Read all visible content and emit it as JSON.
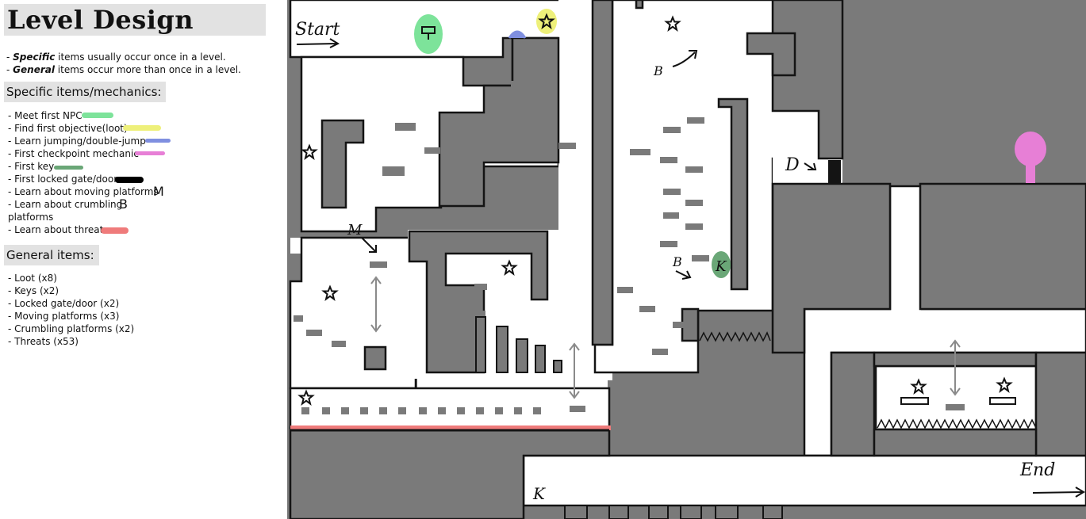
{
  "title": "Level Design",
  "notes": {
    "specific_bold": "Specific",
    "specific_rest": " items usually occur once in a level.",
    "general_bold": "General",
    "general_rest": " items occur more than once in a level."
  },
  "specific_header": "Specific items/mechanics:",
  "specific_items": [
    {
      "label": "- Meet first NPC",
      "color": "#7de39a"
    },
    {
      "label": "- Find first objective(loot)",
      "color": "#eef07a"
    },
    {
      "label": "- Learn jumping/double-jump",
      "color": "#7f8fe0"
    },
    {
      "label": "- First checkpoint mechanic",
      "color": "#e77fd6"
    },
    {
      "label": "- First key",
      "color": "#6aa777"
    },
    {
      "label": "- First locked gate/door",
      "color": "#000000"
    },
    {
      "label": "- Learn about moving platforms",
      "icon": "M"
    },
    {
      "label": "- Learn about crumbling",
      "label2": "platforms",
      "icon": "B"
    },
    {
      "label": "- Learn about threats",
      "color": "#ef7b7b"
    }
  ],
  "general_header": "General items:",
  "general_items": [
    "- Loot (x8)",
    "- Keys (x2)",
    "- Locked gate/door (x2)",
    "- Moving platforms (x3)",
    "- Crumbling platforms (x2)",
    "- Threats (x53)"
  ],
  "map_labels": {
    "start": "Start",
    "end": "End",
    "moving_platform_marker": "M",
    "crumbling_marker": "B",
    "door_marker": "D",
    "key_marker": "K"
  },
  "colors": {
    "wall": "#7a7a7a",
    "outline": "#141414",
    "npc": "#7de39a",
    "loot": "#eef07a",
    "jump": "#7f8fe0",
    "checkpoint": "#e77fd6",
    "key": "#6aa777",
    "threat": "#ef7b7b"
  },
  "icons": [
    "star-loot-icon",
    "double-arrow-icon",
    "spike-icon",
    "arrow-icon"
  ]
}
